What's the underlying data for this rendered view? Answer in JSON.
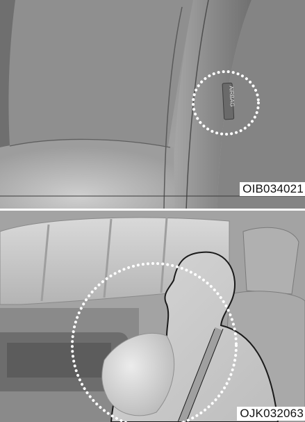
{
  "figures": [
    {
      "code": "OIB034021",
      "tag_text": "AIRBAG"
    },
    {
      "code": "OJK032063"
    }
  ],
  "colors": {
    "highlight_circle": "#ffffff",
    "seat_gray": "#8e8e8e"
  }
}
